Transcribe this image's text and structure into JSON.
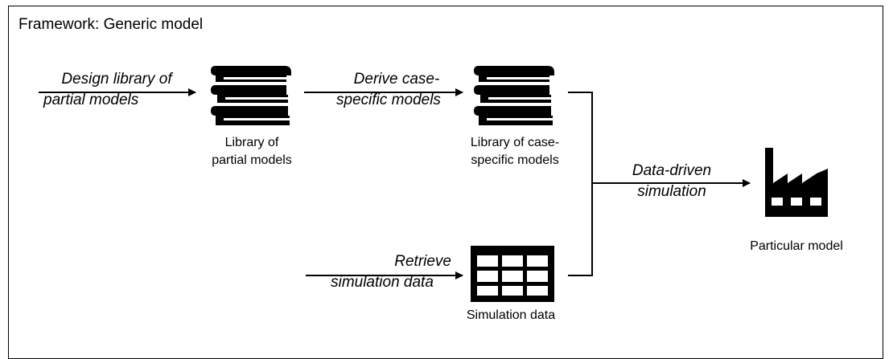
{
  "frame": {
    "title": "Framework: Generic model"
  },
  "steps": {
    "design": {
      "line1": "Design library of",
      "line2": "partial models"
    },
    "derive": {
      "line1": "Derive case-",
      "line2": "specific models"
    },
    "retrieve": {
      "line1": "Retrieve",
      "line2": "simulation data"
    },
    "simulate": {
      "line1": "Data-driven",
      "line2": "simulation"
    }
  },
  "artifacts": {
    "partial_library": {
      "line1": "Library of",
      "line2": "partial models",
      "icon": "books-icon"
    },
    "case_library": {
      "line1": "Library of case-",
      "line2": "specific models",
      "icon": "books-icon"
    },
    "sim_data": {
      "label": "Simulation data",
      "icon": "table-grid-icon"
    },
    "particular": {
      "label": "Particular model",
      "icon": "factory-icon"
    }
  }
}
